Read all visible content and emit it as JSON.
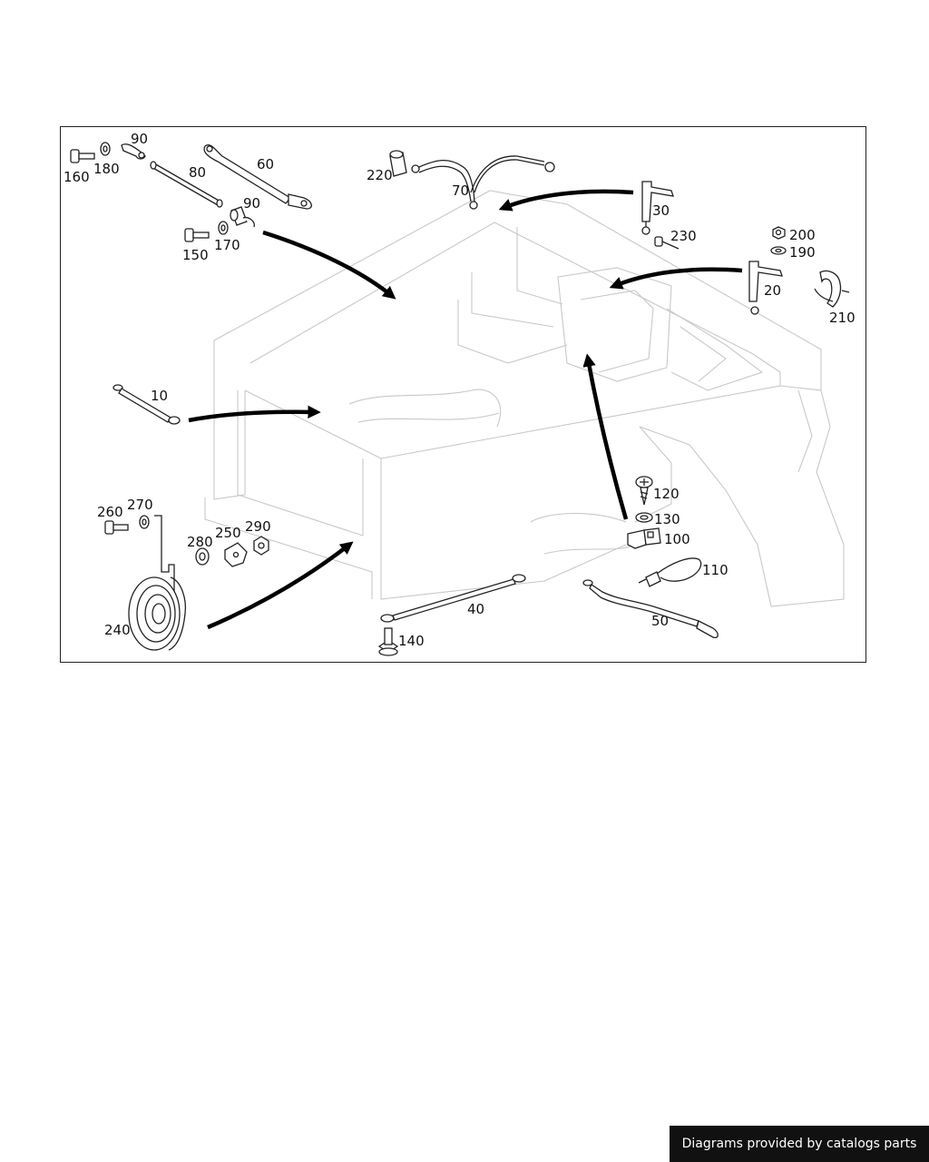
{
  "footer": {
    "credit_text": "Diagrams provided by catalogs parts"
  },
  "callouts": {
    "c10": "10",
    "c20": "20",
    "c30": "30",
    "c40": "40",
    "c50": "50",
    "c60": "60",
    "c70": "70",
    "c80": "80",
    "c90a": "90",
    "c90b": "90",
    "c100": "100",
    "c110": "110",
    "c120": "120",
    "c130": "130",
    "c140": "140",
    "c150": "150",
    "c160": "160",
    "c170": "170",
    "c180": "180",
    "c190": "190",
    "c200": "200",
    "c210": "210",
    "c220": "220",
    "c230": "230",
    "c240": "240",
    "c250": "250",
    "c260": "260",
    "c270": "270",
    "c280": "280",
    "c290": "290"
  },
  "colors": {
    "ghost_line": "#c8c8c8",
    "ink": "#222222",
    "banner_bg": "#111111",
    "banner_text": "#ffffff"
  },
  "icons": [
    "bolt-icon",
    "washer-icon",
    "nut-icon",
    "ground-strap-icon",
    "horn-icon",
    "clip-icon",
    "cable-tie-icon",
    "arrow-icon"
  ]
}
